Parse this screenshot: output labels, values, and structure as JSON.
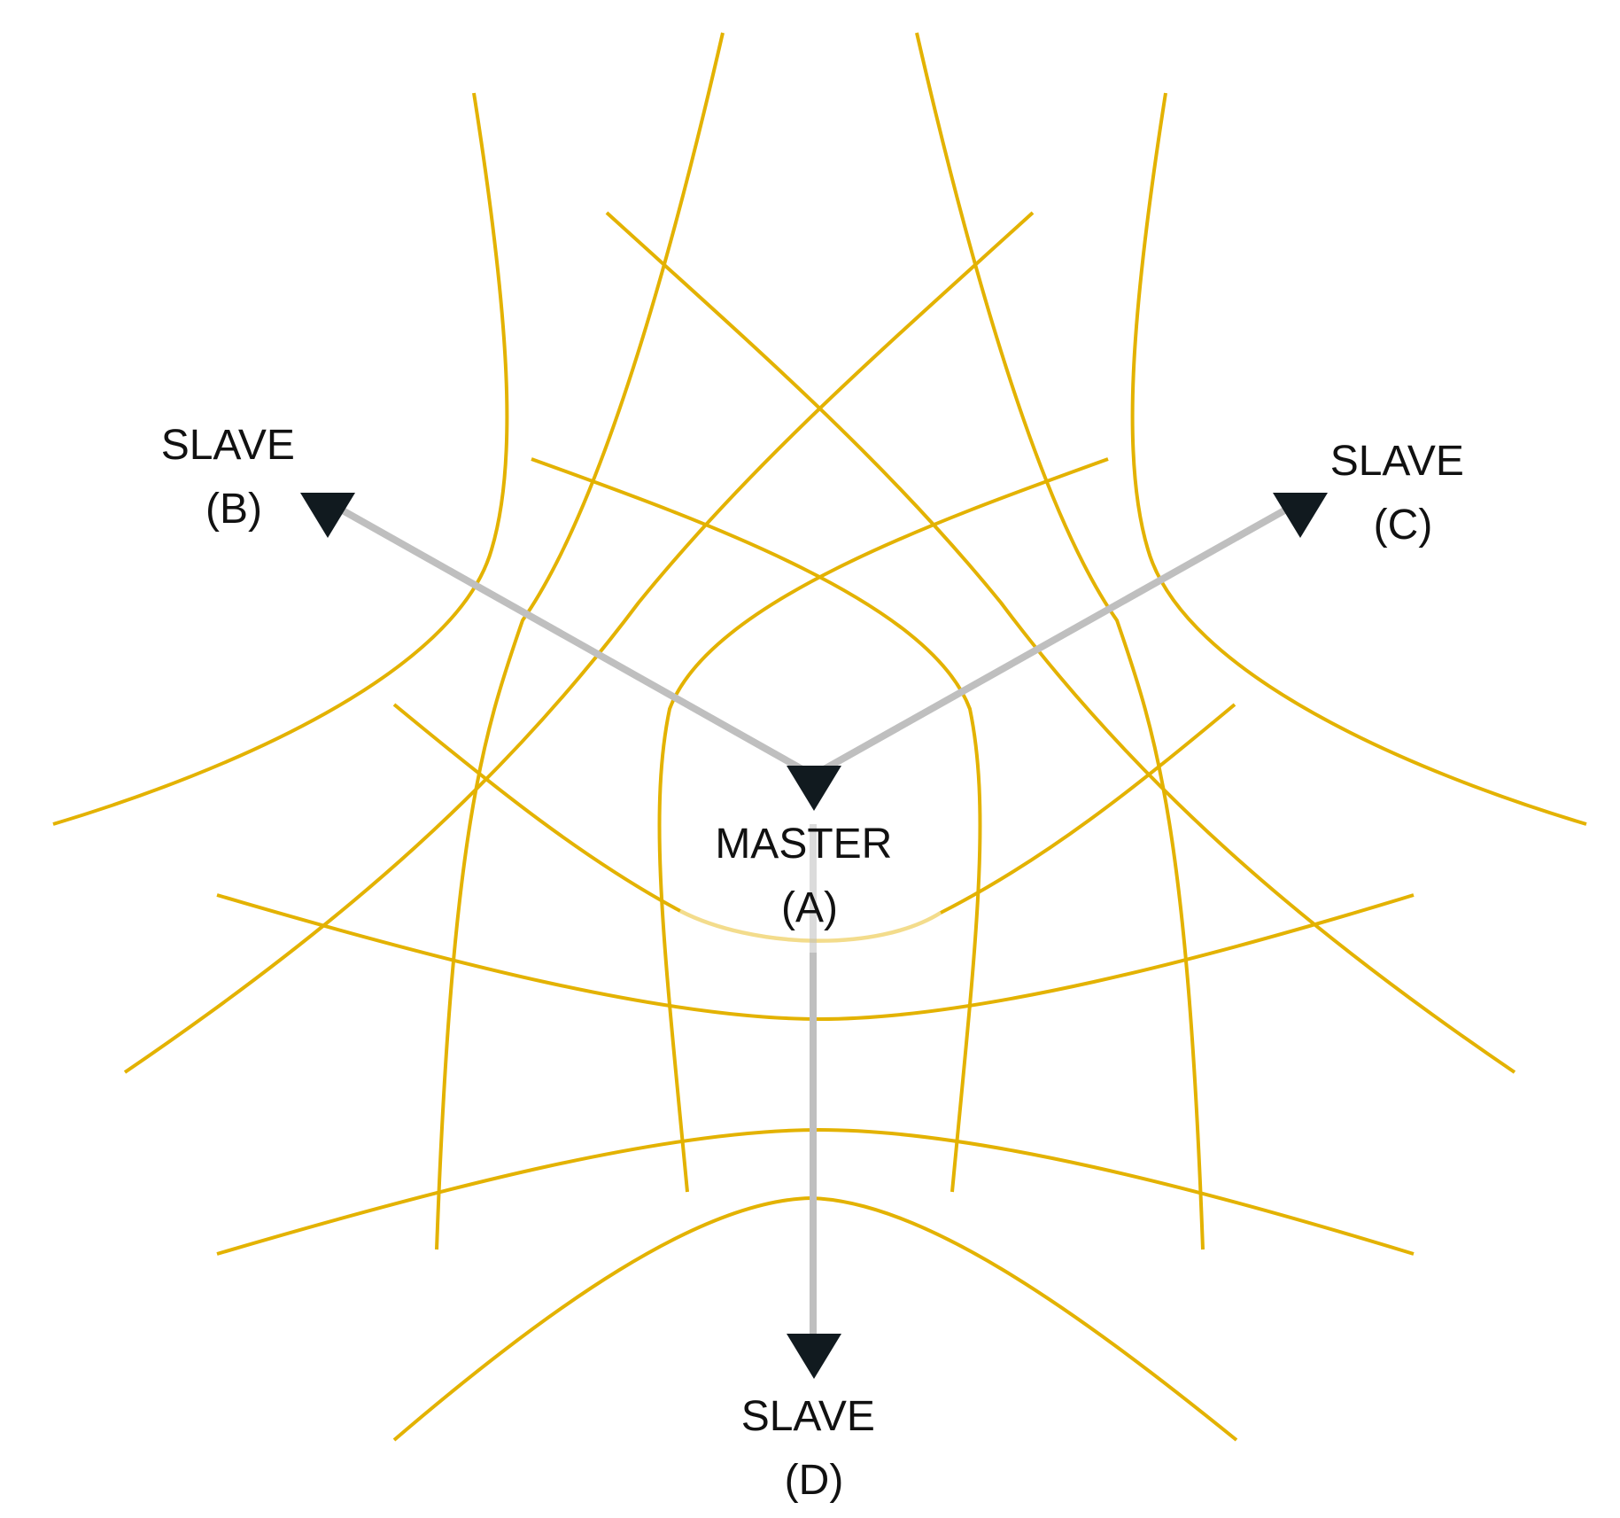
{
  "colors": {
    "background": "#ffffff",
    "hyperbola": "#e3b200",
    "hyperbola_faded": "#f3dc8c",
    "baseline": "#bfbfbf",
    "station_marker": "#111a1f"
  },
  "stations": {
    "master": {
      "line1": "MASTER",
      "line2": "(A)"
    },
    "slave_b": {
      "line1": "SLAVE",
      "line2": "(B)"
    },
    "slave_c": {
      "line1": "SLAVE",
      "line2": "(C)"
    },
    "slave_d": {
      "line1": "SLAVE",
      "line2": "(D)"
    }
  }
}
